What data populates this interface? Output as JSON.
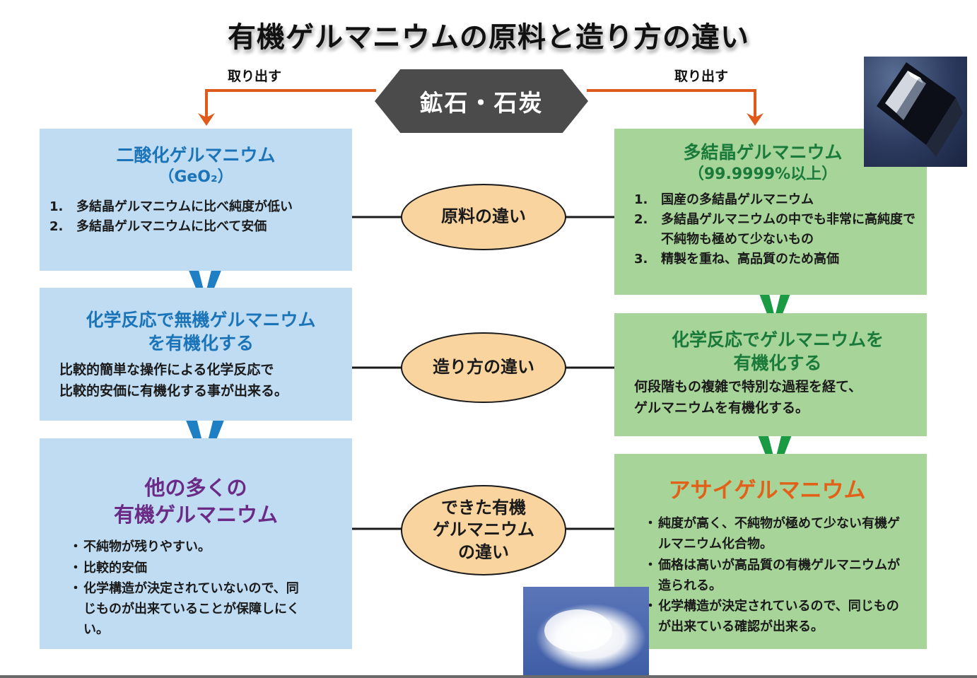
{
  "title": "有機ゲルマニウムの原料と造り方の違い",
  "source": {
    "label": "鉱石・石炭",
    "left_arrow_label": "取り出す",
    "right_arrow_label": "取り出す"
  },
  "left": {
    "box1": {
      "title": "二酸化ゲルマニウム",
      "formula": "（GeO₂）",
      "items": [
        {
          "num": "1.",
          "text": "多結晶ゲルマニウムに比べ純度が低い"
        },
        {
          "num": "2.",
          "text": "多結晶ゲルマニウムに比べて安価"
        }
      ]
    },
    "box2": {
      "title_line1": "化学反応で無機ゲルマニウム",
      "title_line2": "を有機化する",
      "text_line1": "比較的簡単な操作による化学反応で",
      "text_line2": "比較的安価に有機化する事が出来る。"
    },
    "box3": {
      "title_line1": "他の多くの",
      "title_line2": "有機ゲルマニウム",
      "bullets": [
        "不純物が残りやすい。",
        "比較的安価",
        "化学構造が決定されていないので、同じものが出来ていることが保障しにくい。"
      ]
    }
  },
  "middle": {
    "e1": "原料の違い",
    "e2": "造り方の違い",
    "e3_line1": "できた有機",
    "e3_line2": "ゲルマニウム",
    "e3_line3": "の違い"
  },
  "right": {
    "box1": {
      "title": "多結晶ゲルマニウム",
      "subtitle": "（99.9999%以上）",
      "items": [
        {
          "num": "1.",
          "text": "国産の多結晶ゲルマニウム"
        },
        {
          "num": "2.",
          "text": "多結晶ゲルマニウムの中でも非常に高純度で不純物も極めて少ないもの"
        },
        {
          "num": "3.",
          "text": "精製を重ね、高品質のため高価"
        }
      ]
    },
    "box2": {
      "title_line1": "化学反応でゲルマニウムを",
      "title_line2": "有機化する",
      "text_line1": "何段階もの複雑で特別な過程を経て、",
      "text_line2": "ゲルマニウムを有機化する。"
    },
    "box3": {
      "title": "アサイゲルマニウム",
      "bullets": [
        "純度が高く、不純物が極めて少ない有機ゲルマニウム化合物。",
        "価格は高いが高品質の有機ゲルマニウムが造られる。",
        "化学構造が決定されているので、同じものが出来ている確認が出来る。"
      ]
    }
  },
  "colors": {
    "blue_box": "#bfdcf3",
    "green_box": "#a7d498",
    "ellipse": "#f9d49f",
    "octagon": "#4b4b4b",
    "orange_arrow": "#e05a1c",
    "blue_chevron": "#1f7fc4",
    "green_chevron": "#1a9a43"
  }
}
